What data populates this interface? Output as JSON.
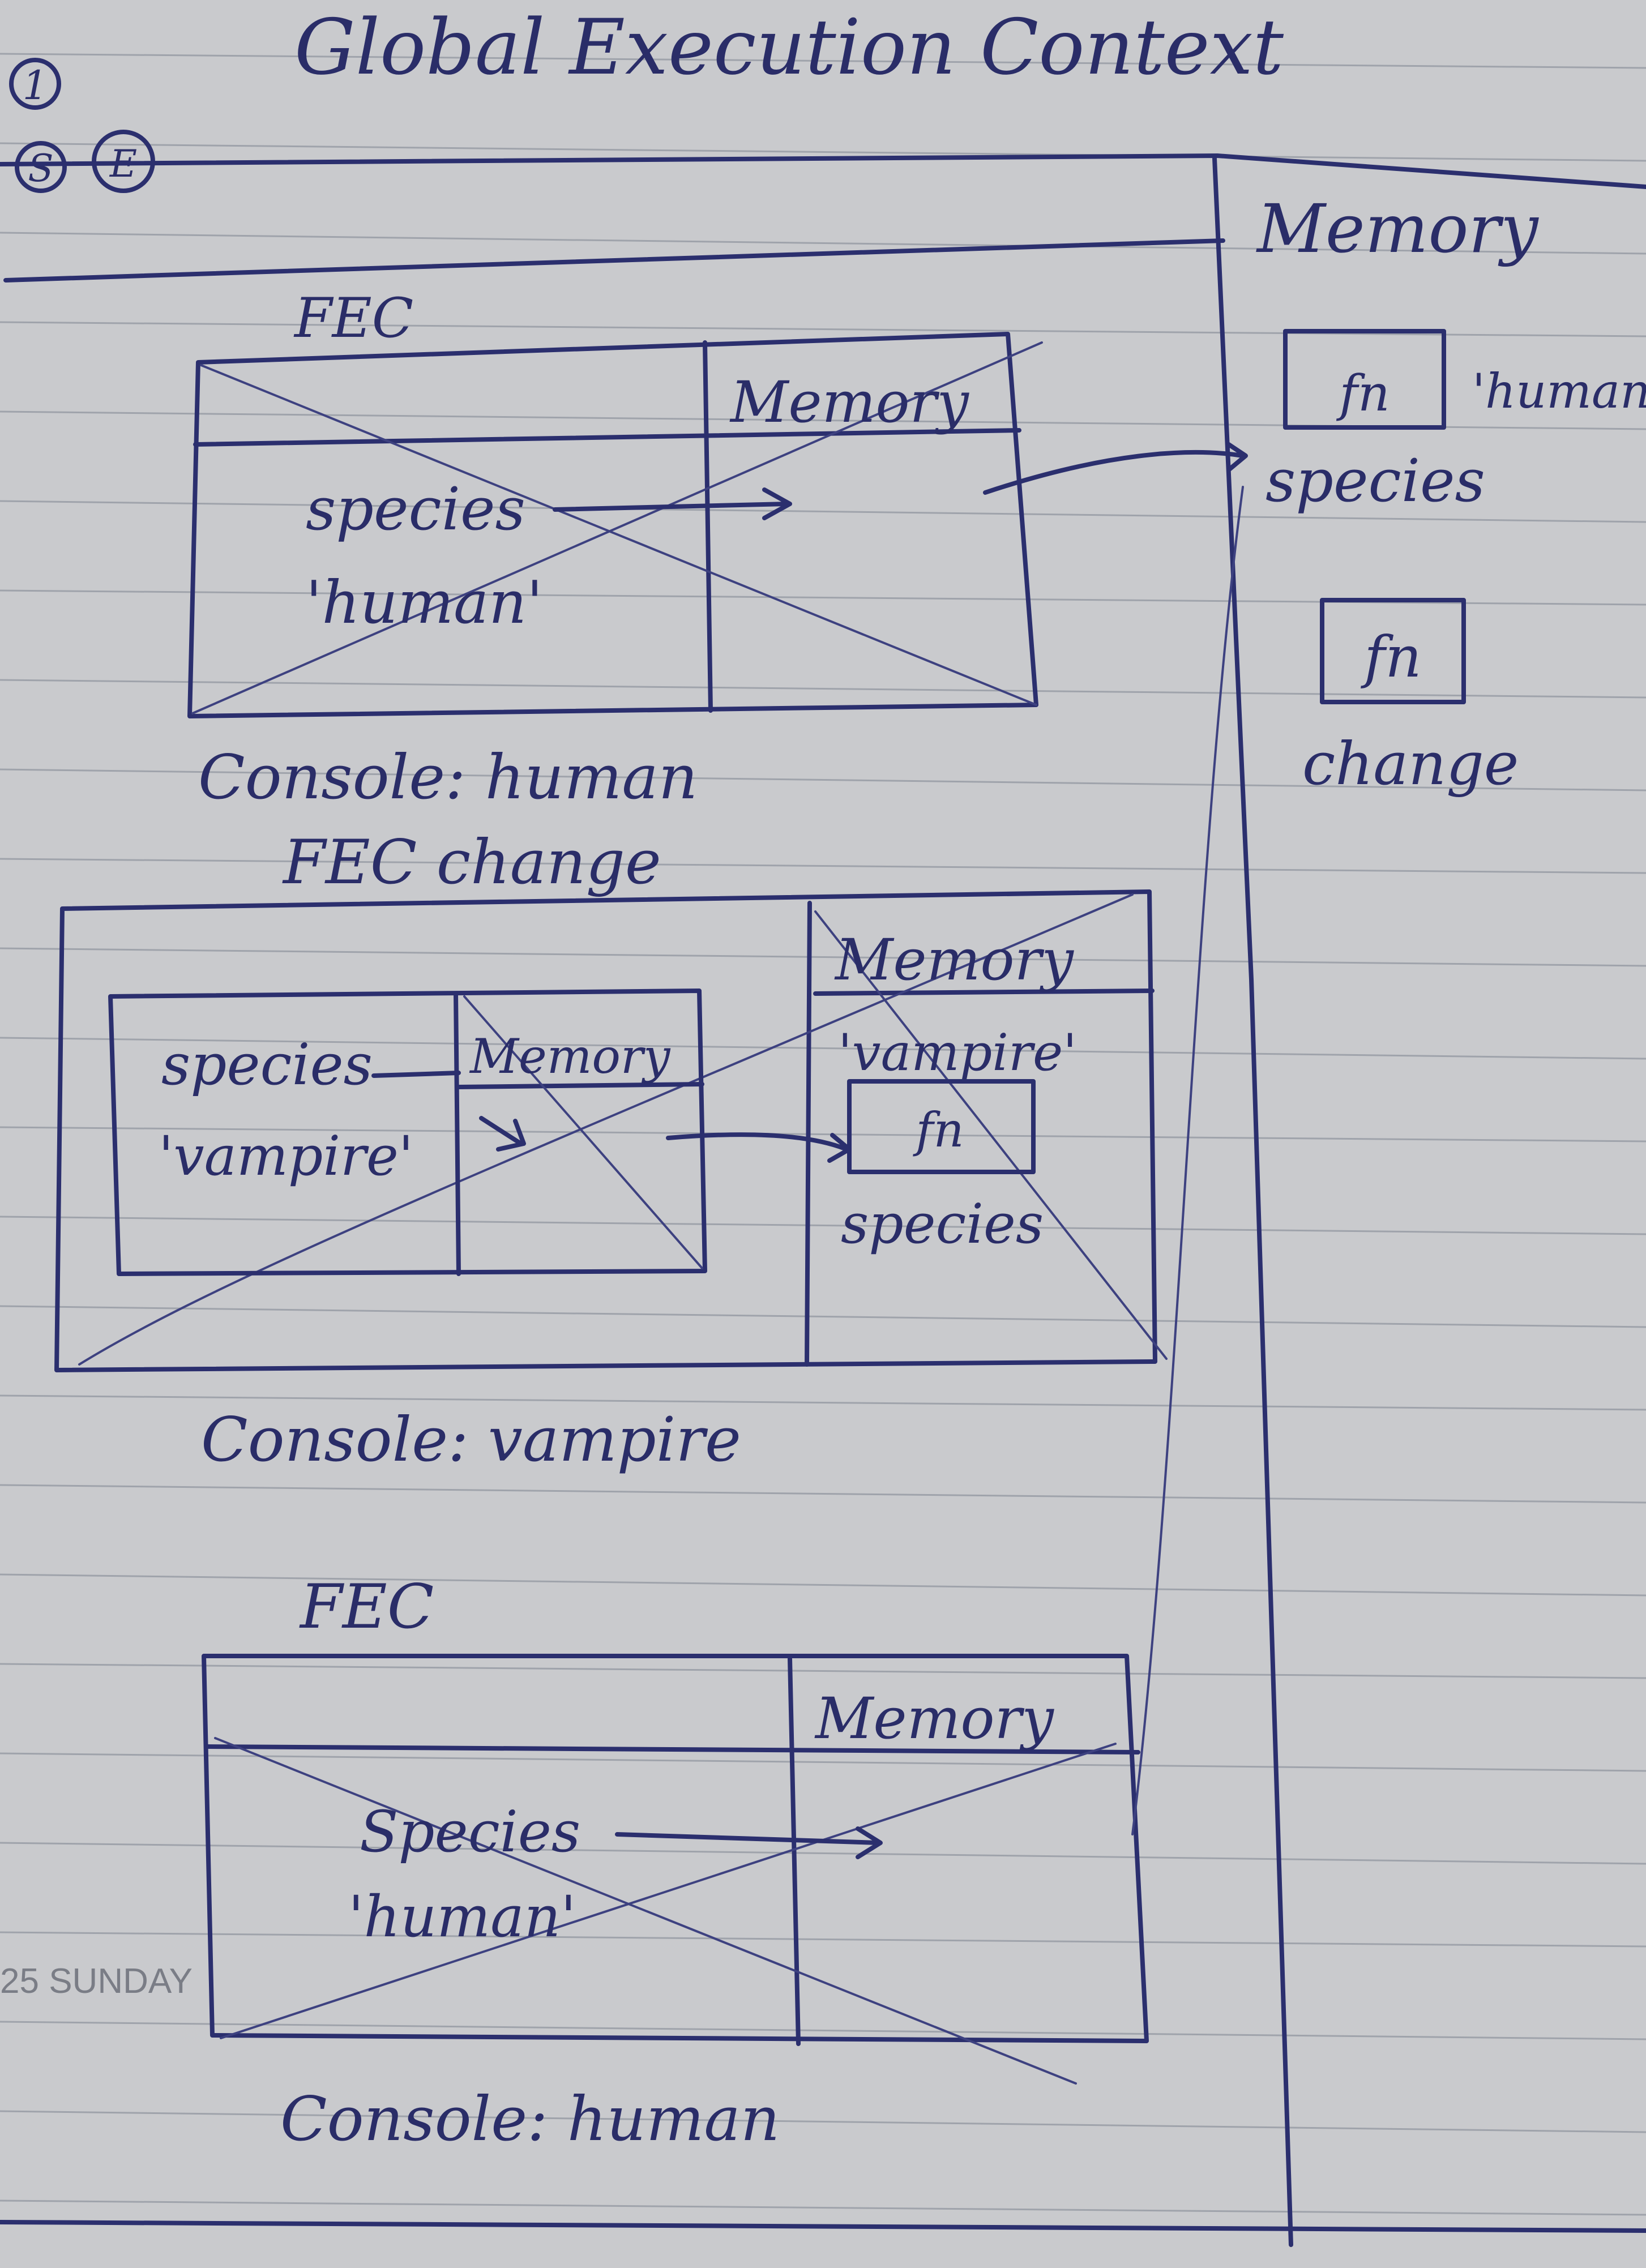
{
  "page": {
    "step_number": "1",
    "title": "Global Execution Context",
    "corner_marks": [
      "S",
      "E"
    ],
    "printed_date": "25 SUNDAY"
  },
  "global_memory": {
    "header": "Memory",
    "items": [
      {
        "box": "fn",
        "value": "'human'",
        "name": "species"
      },
      {
        "box": "fn",
        "name": "change"
      }
    ]
  },
  "fec_1": {
    "label": "FEC",
    "memory_header": "Memory",
    "variable": "species",
    "value": "'human'",
    "console": "Console: human"
  },
  "fec_2": {
    "label": "FEC change",
    "inner": {
      "variable": "species",
      "value": "'vampire'",
      "memory_header": "Memory"
    },
    "memory_header": "Memory",
    "memory_value": "'vampire'",
    "memory_box": "fn",
    "memory_name": "species",
    "console": "Console: vampire"
  },
  "fec_3": {
    "label": "FEC",
    "memory_header": "Memory",
    "variable": "Species",
    "value": "'human'",
    "console": "Console: human"
  }
}
